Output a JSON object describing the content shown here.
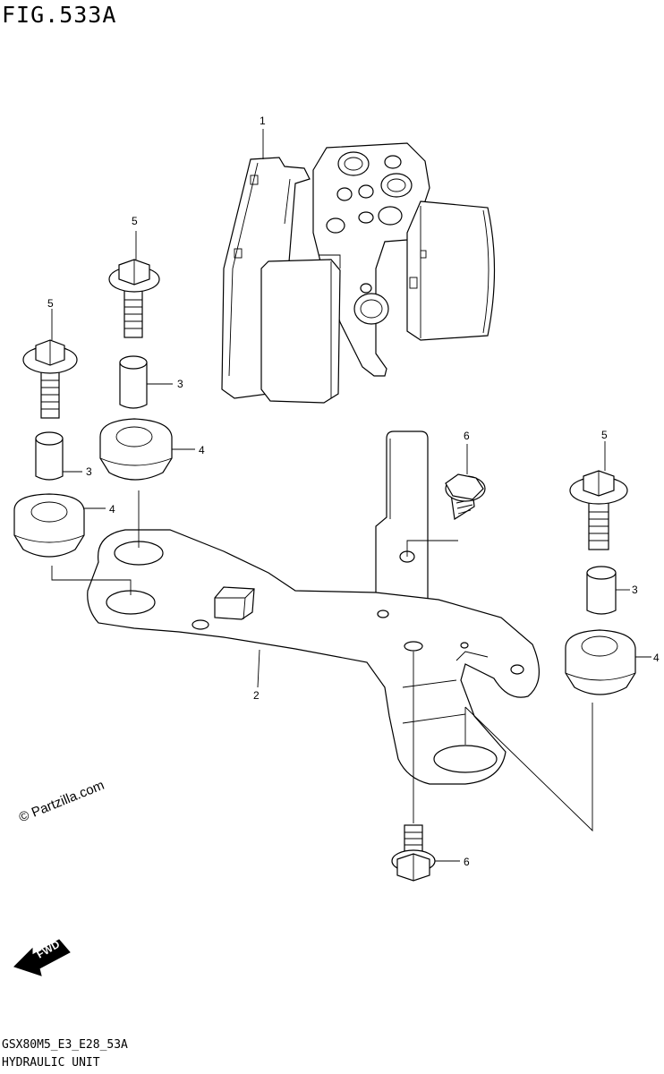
{
  "header": {
    "figure_title": "FIG.533A"
  },
  "footer": {
    "model_code": "GSX80M5_E3_E28_53A",
    "section_name": "HYDRAULIC UNIT"
  },
  "watermark": "© Partzilla.com",
  "fwd_label": "FWD",
  "callouts": {
    "hydraulic_unit": "1",
    "bracket": "2",
    "spacer_left": "3",
    "spacer_mid": "3",
    "spacer_right": "3",
    "cushion_left": "4",
    "cushion_mid": "4",
    "cushion_right": "4",
    "bolt_left": "5",
    "bolt_mid": "5",
    "bolt_right": "5",
    "bolt_small_top": "6",
    "bolt_small_bottom": "6"
  }
}
